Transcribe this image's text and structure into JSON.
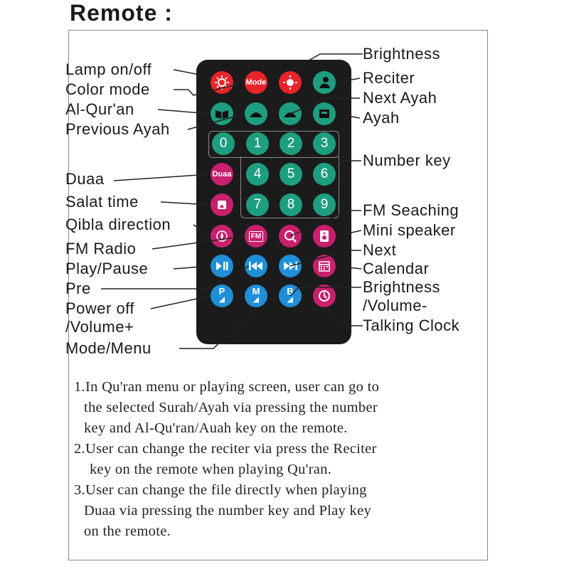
{
  "title": "Remote :",
  "remote_buttons": {
    "mode": "Mode",
    "duaa": "Duaa",
    "fm": "FM",
    "m": "M",
    "p": "P",
    "b": "B",
    "n0": "0",
    "n1": "1",
    "n2": "2",
    "n3": "3",
    "n4": "4",
    "n5": "5",
    "n6": "6",
    "n7": "7",
    "n8": "8",
    "n9": "9"
  },
  "left_labels": {
    "lamp": "Lamp on/off",
    "color_mode": "Color mode",
    "al_quran": "Al-Qur'an",
    "previous_ayah": "Previous Ayah",
    "duaa": "Duaa",
    "salat_time": "Salat time",
    "qibla": "Qibla direction",
    "fm_radio": "FM Radio",
    "play_pause": "Play/Pause",
    "pre": "Pre",
    "power_off": "Power off",
    "volume_plus": "/Volume+",
    "mode_menu": "Mode/Menu"
  },
  "right_labels": {
    "brightness": "Brightness",
    "reciter": "Reciter",
    "next_ayah": "Next Ayah",
    "ayah": "Ayah",
    "number_key": "Number  key",
    "fm_seaching": "FM Seaching",
    "mini_speaker": "Mini speaker",
    "next": "Next",
    "calendar": "Calendar",
    "brightness2": "Brightness",
    "volume_minus": "/Volume-",
    "talking_clock": "Talking Clock"
  },
  "notes": {
    "n1a": "1.In Qu'ran menu or playing screen, user can go to",
    "n1b": "the selected Surah/Ayah via pressing the number",
    "n1c": "key and Al-Qu'ran/Auah key on the remote.",
    "n2a": "2.User can change the reciter via press the Reciter",
    "n2b": "key on the remote when playing Qu'ran.",
    "n3a": "3.User can change the file directly when playing",
    "n3b": "Duaa via pressing the number key and Play key",
    "n3c": "on the remote."
  },
  "colors": {
    "red": "#e8242a",
    "teal": "#1e9e80",
    "magenta": "#c8206e",
    "blue": "#1e8fd8",
    "remote_body": "#1b1b1b"
  }
}
